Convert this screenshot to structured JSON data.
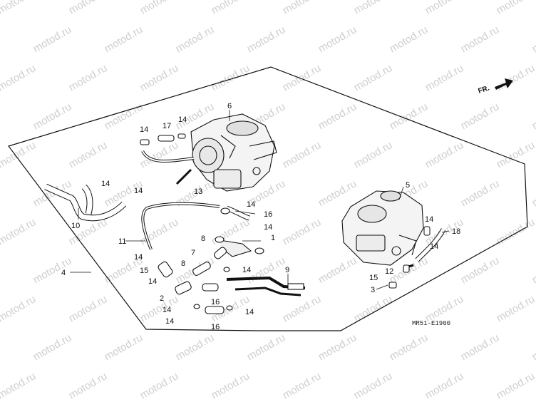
{
  "watermark": "motod.ru",
  "direction_label": "FR.",
  "diagram_code": "MR51-E1900",
  "callouts": [
    "1",
    "2",
    "3",
    "4",
    "5",
    "6",
    "7",
    "8",
    "9",
    "10",
    "11",
    "12",
    "13",
    "14",
    "15",
    "16",
    "17",
    "18"
  ]
}
